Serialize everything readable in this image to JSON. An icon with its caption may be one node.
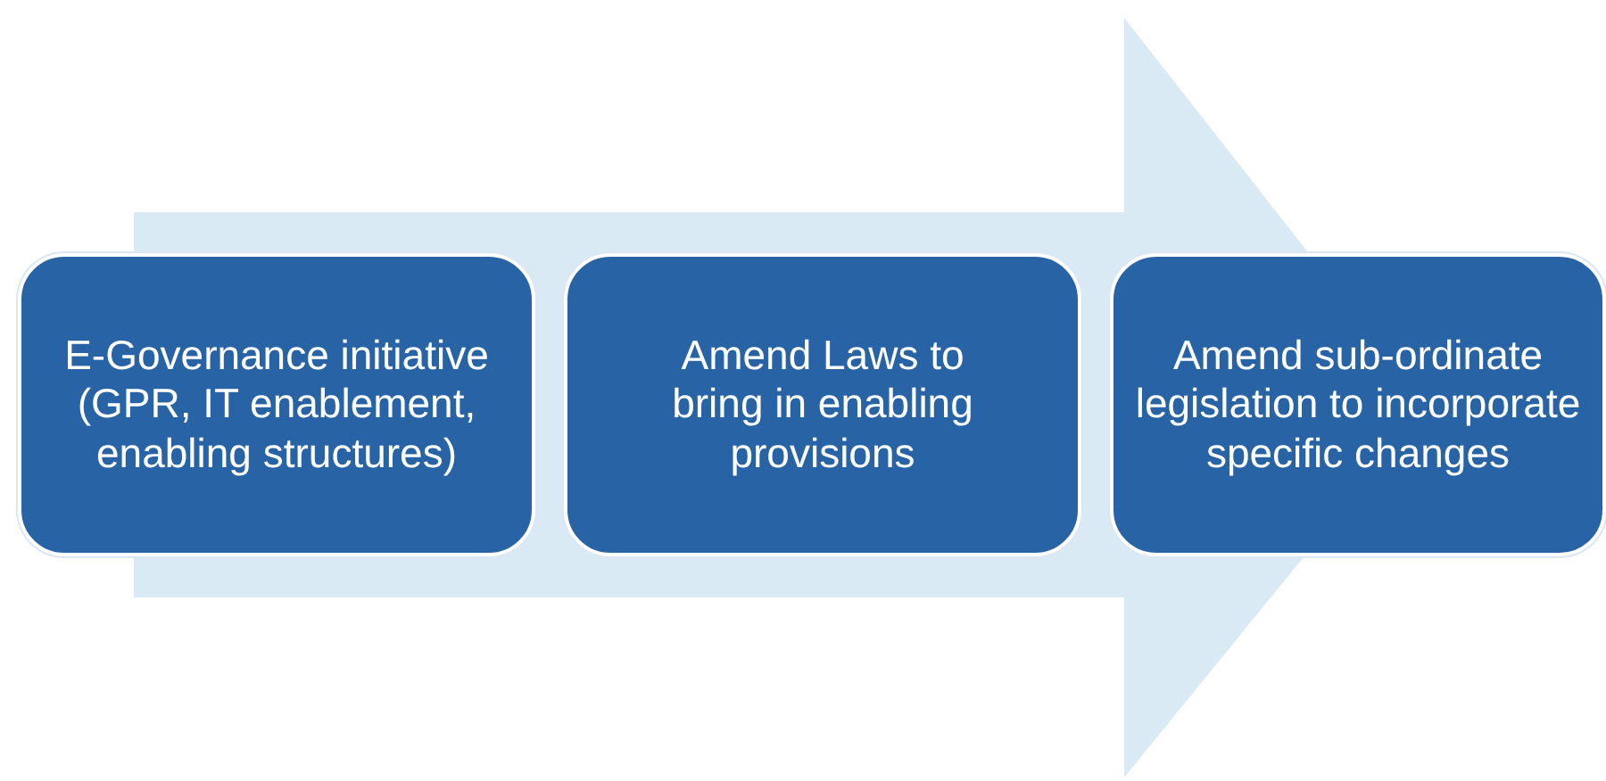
{
  "diagram": {
    "nodes": [
      {
        "text": [
          "E-Governance initiative (GPR, IT enablement, enabling structures)"
        ]
      },
      {
        "text": [
          "Amend Laws to bring in enabling provisions"
        ]
      },
      {
        "text": [
          "Amend sub-ordinate legislation to incorporate specific changes"
        ]
      }
    ],
    "edges": [
      {
        "from": 0,
        "to": 2,
        "arrow": "to"
      }
    ]
  }
}
